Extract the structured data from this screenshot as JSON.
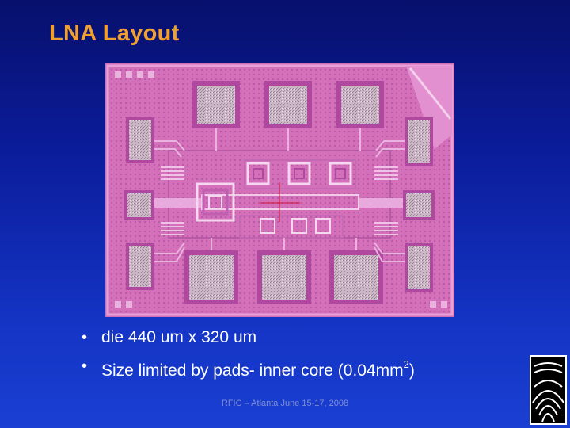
{
  "slide": {
    "title": "LNA Layout",
    "bullets": [
      {
        "text": "die 440 um x 320 um"
      },
      {
        "text_before": "Size limited by pads- inner core (0.04mm",
        "sup": "2",
        "text_after": ")"
      }
    ],
    "footer": "RFIC – Atlanta June 15-17, 2008"
  },
  "image": {
    "description_icon": "chip-die-micrograph",
    "logo_icon": "university-logo-icon"
  },
  "colors": {
    "title": "#f0a030",
    "die_background": "#d36fb9",
    "pad_metal": "#ccbac8",
    "text": "#ffffff"
  }
}
